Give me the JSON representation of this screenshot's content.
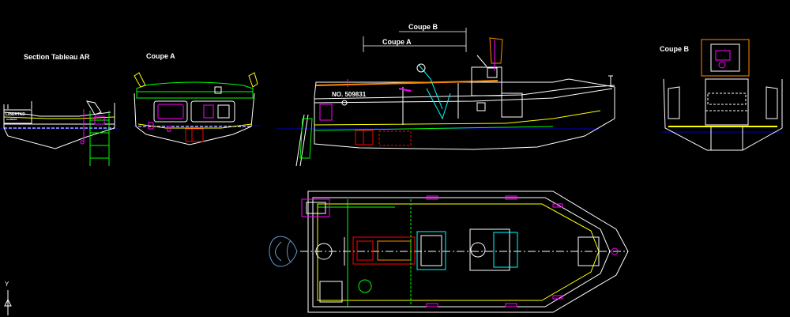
{
  "labels": {
    "section_tableau": "Section Tableau AR",
    "coupe_a_left": "Coupe A",
    "coupe_b_right": "Coupe B",
    "coupe_b_top": "Coupe B",
    "coupe_a_top": "Coupe A",
    "hull_number": "NO. 509831",
    "transom_name": "LIBERTAD",
    "transom_port": "ALMERIA"
  },
  "ucs": {
    "axis_label": "Y"
  },
  "colors": {
    "background": "#000000",
    "hull": "#ffffff",
    "deck": "#ffff00",
    "structure": "#00ff00",
    "equipment": "#ff00ff",
    "waterline": "#0000ff",
    "console": "#00ffff",
    "fittings": "#ff8800",
    "tank": "#ff0000"
  }
}
